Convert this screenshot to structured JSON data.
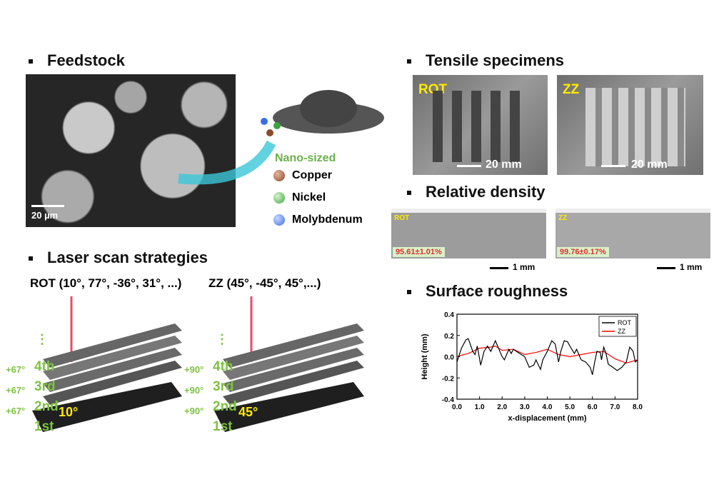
{
  "feedstock": {
    "title": "Feedstock",
    "scale_bar": "20 µm",
    "nano_label": "Nano-sized",
    "elements": [
      {
        "name": "Copper",
        "color": "#8b4a2b"
      },
      {
        "name": "Nickel",
        "color": "#3fa33f"
      },
      {
        "name": "Molybdenum",
        "color": "#3a6fe0"
      }
    ]
  },
  "laser": {
    "title": "Laser scan strategies",
    "rot": {
      "label": "ROT (10°, 77°, -36°, 31°, ...)",
      "increment": "+67°",
      "first_angle": "10°"
    },
    "zz": {
      "label": "ZZ (45°, -45°, 45°,...)",
      "increment": "+90°",
      "first_angle": "45°"
    },
    "layers": [
      "1st",
      "2nd",
      "3rd",
      "4th"
    ],
    "dots": "⋮"
  },
  "tensile": {
    "title": "Tensile specimens",
    "rot_label": "ROT",
    "zz_label": "ZZ",
    "scale_bar": "20 mm"
  },
  "density": {
    "title": "Relative density",
    "rot_label": "ROT",
    "zz_label": "ZZ",
    "rot_value": "95.61±1.01%",
    "zz_value": "99.76±0.17%",
    "scale_bar": "1 mm"
  },
  "roughness": {
    "title": "Surface roughness"
  },
  "chart_data": {
    "type": "line",
    "title": "",
    "xlabel": "x-displacement (mm)",
    "ylabel": "Height (mm)",
    "xlim": [
      0,
      8
    ],
    "ylim": [
      -0.4,
      0.4
    ],
    "xticks": [
      "0.0",
      "1.0",
      "2.0",
      "3.0",
      "4.0",
      "5.0",
      "6.0",
      "7.0",
      "8.0"
    ],
    "yticks": [
      "-0.4",
      "-0.2",
      "0.0",
      "0.2",
      "0.4"
    ],
    "legend": "top-right",
    "series": [
      {
        "name": "ROT",
        "color": "#000000",
        "x": [
          0,
          0.2,
          0.4,
          0.5,
          0.7,
          0.8,
          0.9,
          1.05,
          1.2,
          1.35,
          1.5,
          1.7,
          1.8,
          2.0,
          2.1,
          2.3,
          2.4,
          2.5,
          2.7,
          3.0,
          3.2,
          3.4,
          3.5,
          3.7,
          3.8,
          4.0,
          4.2,
          4.35,
          4.5,
          4.6,
          4.75,
          4.9,
          5.0,
          5.2,
          5.3,
          5.5,
          5.7,
          5.9,
          6.0,
          6.1,
          6.2,
          6.35,
          6.4,
          6.5,
          6.6,
          6.7,
          6.9,
          7.1,
          7.3,
          7.5,
          7.65,
          7.8,
          7.9,
          8.0
        ],
        "y": [
          -0.05,
          0.08,
          0.16,
          0.17,
          0.05,
          0.02,
          0.1,
          -0.08,
          0.05,
          0.1,
          0.05,
          0.15,
          0.1,
          0.0,
          -0.03,
          0.07,
          0.03,
          0.07,
          0.04,
          0.0,
          -0.1,
          -0.08,
          -0.03,
          -0.12,
          -0.03,
          0.05,
          0.15,
          0.12,
          -0.05,
          0.05,
          0.15,
          0.14,
          0.1,
          0.03,
          0.07,
          -0.03,
          -0.05,
          -0.1,
          -0.17,
          -0.05,
          0.05,
          0.04,
          -0.03,
          0.09,
          0.03,
          -0.07,
          -0.1,
          -0.13,
          -0.1,
          -0.05,
          0.09,
          0.05,
          -0.05,
          -0.03
        ]
      },
      {
        "name": "ZZ",
        "color": "#ff0000",
        "x": [
          0,
          0.3,
          0.5,
          1.0,
          1.5,
          1.7,
          2.0,
          2.5,
          3.0,
          3.5,
          4.0,
          4.5,
          5.0,
          5.5,
          6.0,
          6.5,
          7.0,
          7.5,
          8.0
        ],
        "y": [
          0,
          0.02,
          0.03,
          0.08,
          0.09,
          0.1,
          0.06,
          0.07,
          0.02,
          0.04,
          0.07,
          0.02,
          0.0,
          0.02,
          0.04,
          0.05,
          -0.02,
          -0.06,
          -0.03
        ]
      }
    ]
  }
}
